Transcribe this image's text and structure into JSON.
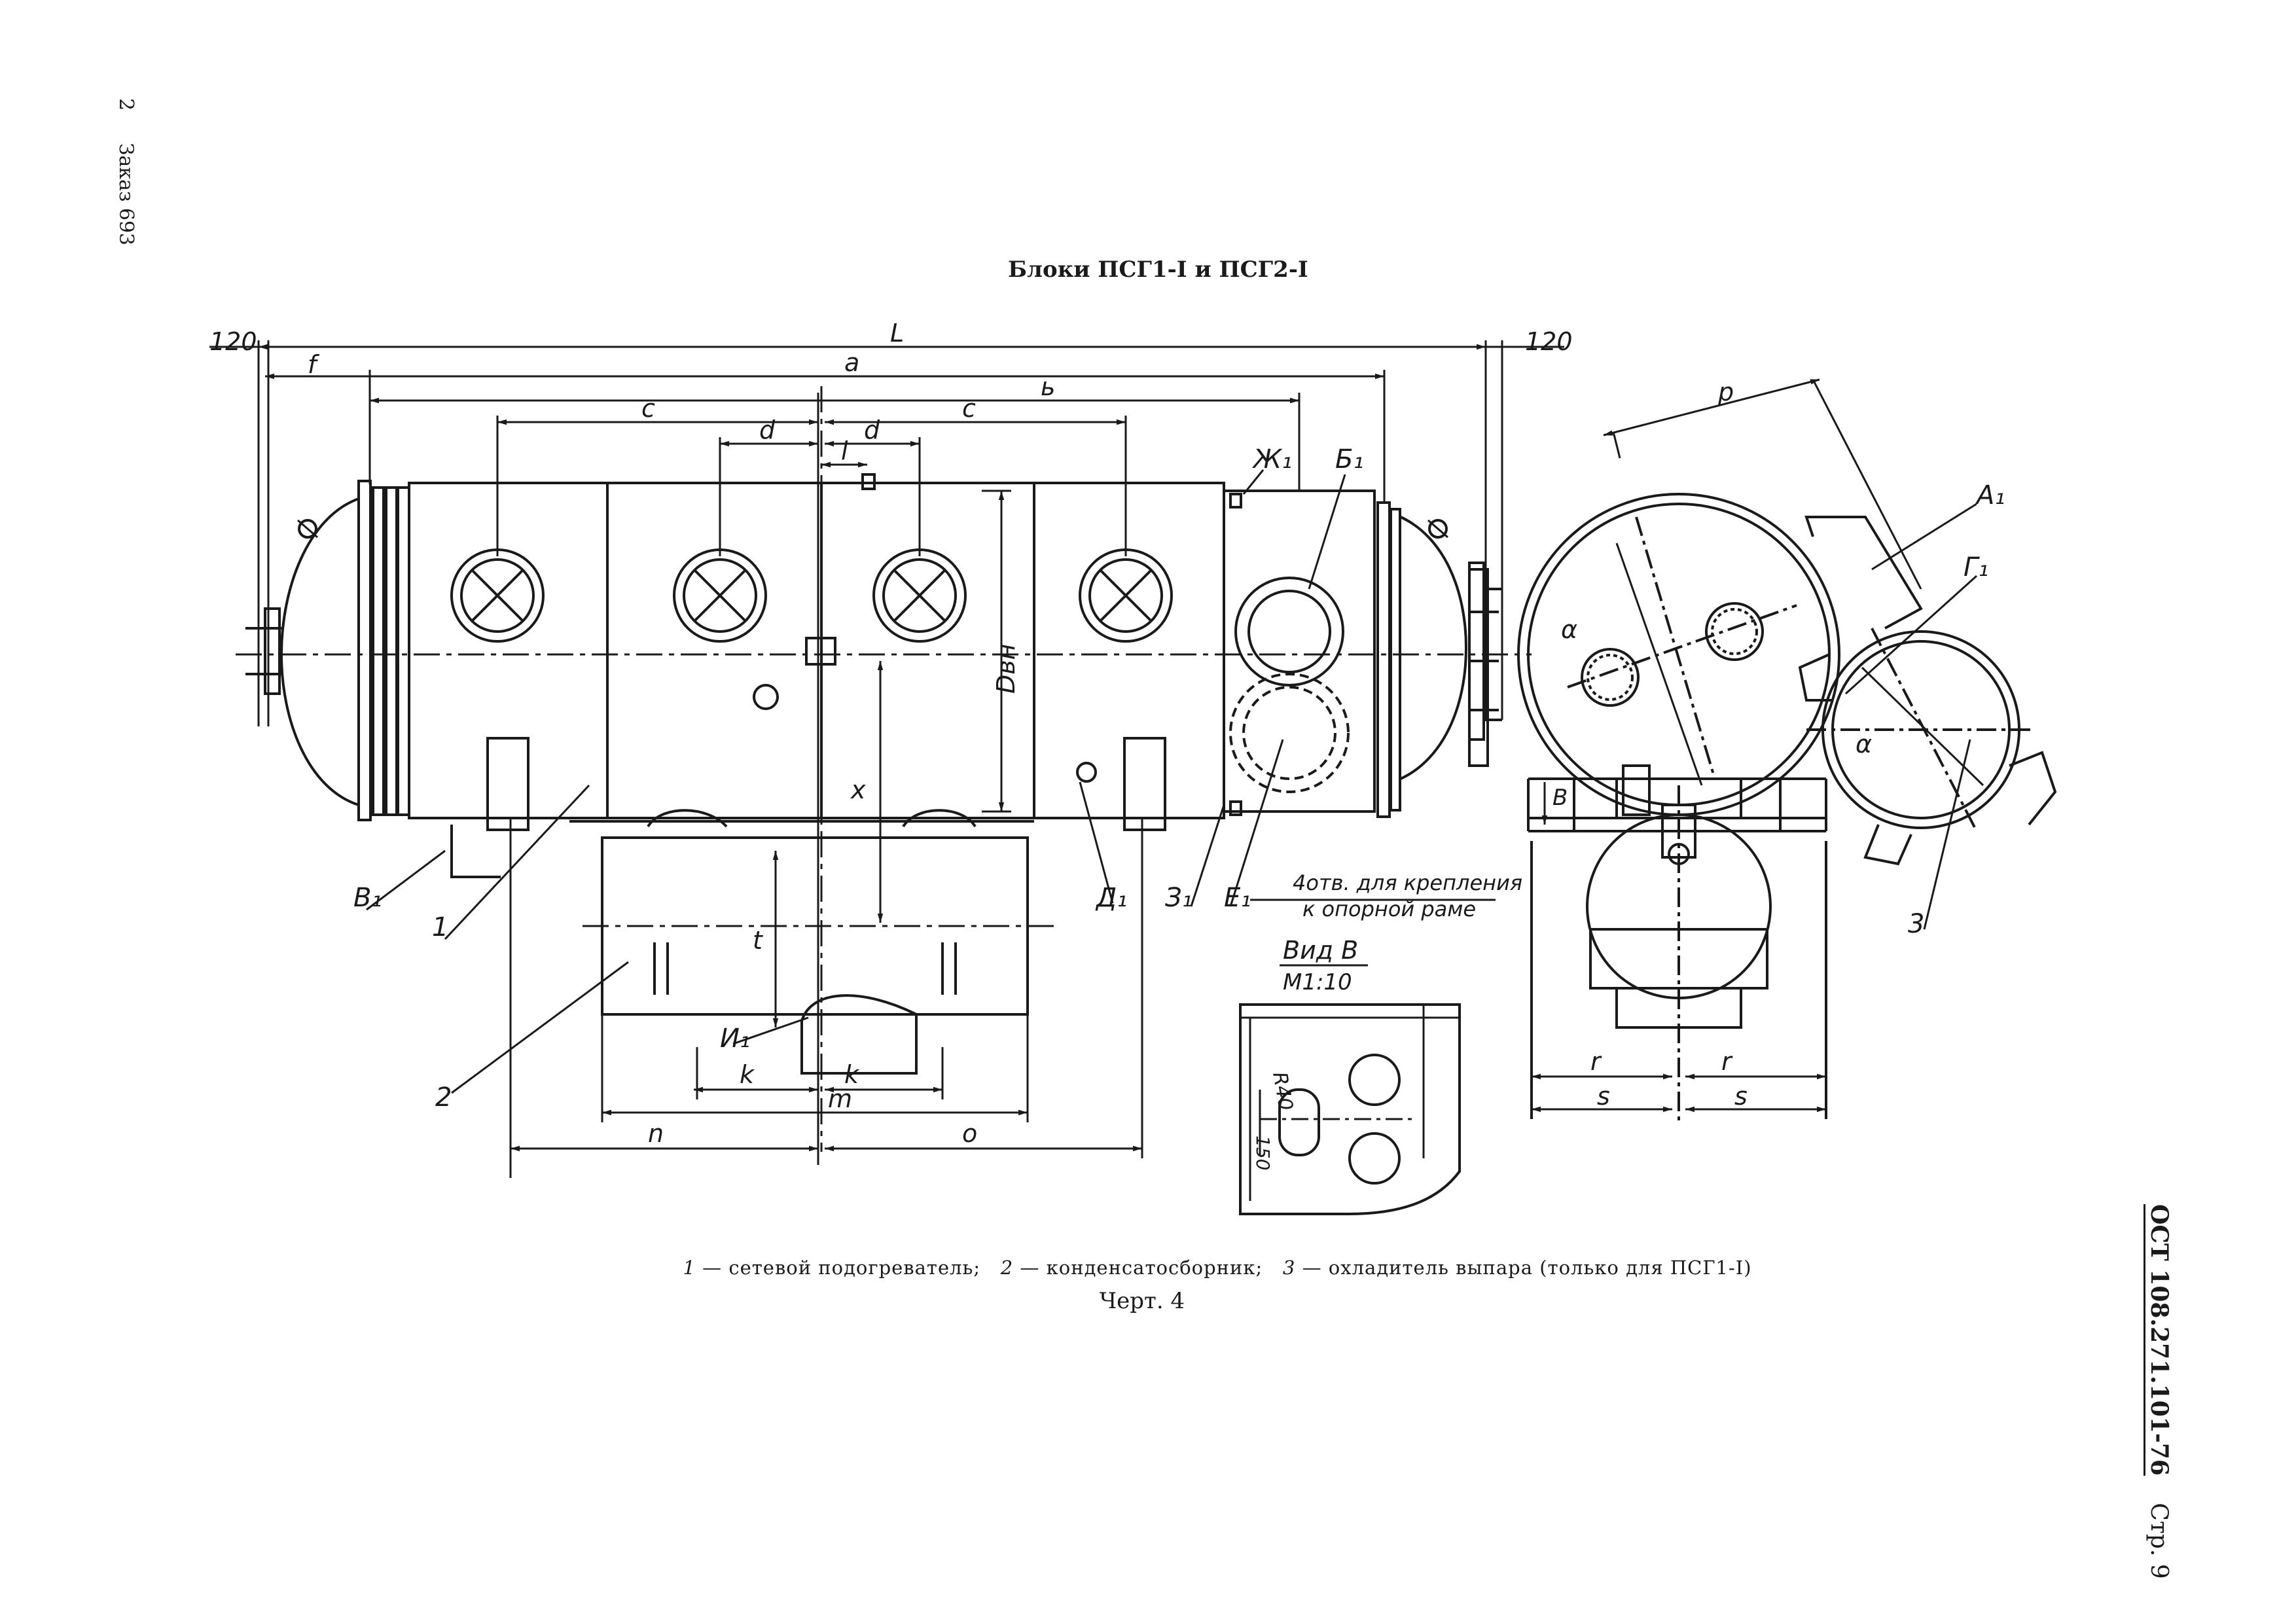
{
  "page": {
    "title": "Блоки ПСГ1-I и ПСГ2-I",
    "page_number": "2",
    "order_label": "Заказ 693",
    "standard": "ОСТ 108.271.101-76",
    "sheet": "Стр. 9",
    "chert": "Черт. 4"
  },
  "legend": [
    {
      "num": "1",
      "text": "— сетевой подогреватель;"
    },
    {
      "num": "2",
      "text": "— конденсатосборник;"
    },
    {
      "num": "3",
      "text": "— охладитель выпара (только для ПСГ1-I)"
    }
  ],
  "dims": {
    "L": "L",
    "a": "a",
    "b": "ь",
    "c": "c",
    "d": "d",
    "f": "f",
    "l": "l",
    "n120": "120",
    "Dvn": "Dвн",
    "x": "x",
    "t": "t",
    "k": "k",
    "m": "m",
    "n": "n",
    "o": "o",
    "p": "p",
    "r": "r",
    "s": "s",
    "alpha": "α"
  },
  "callouts": {
    "V1": "В₁",
    "one": "1",
    "two": "2",
    "three": "3",
    "I1": "И₁",
    "D1": "Д₁",
    "Z1": "З₁",
    "E1": "Е₁",
    "Zh1": "Ж₁",
    "B1": "Б₁",
    "A1": "А₁",
    "G1": "Г₁",
    "view_marker": "В"
  },
  "mount_note": {
    "line1": "4отв. для крепления",
    "line2": "к опорной раме"
  },
  "view_b": {
    "title": "Вид В",
    "scale": "М1:10",
    "r40": "R40",
    "d150": "150"
  }
}
